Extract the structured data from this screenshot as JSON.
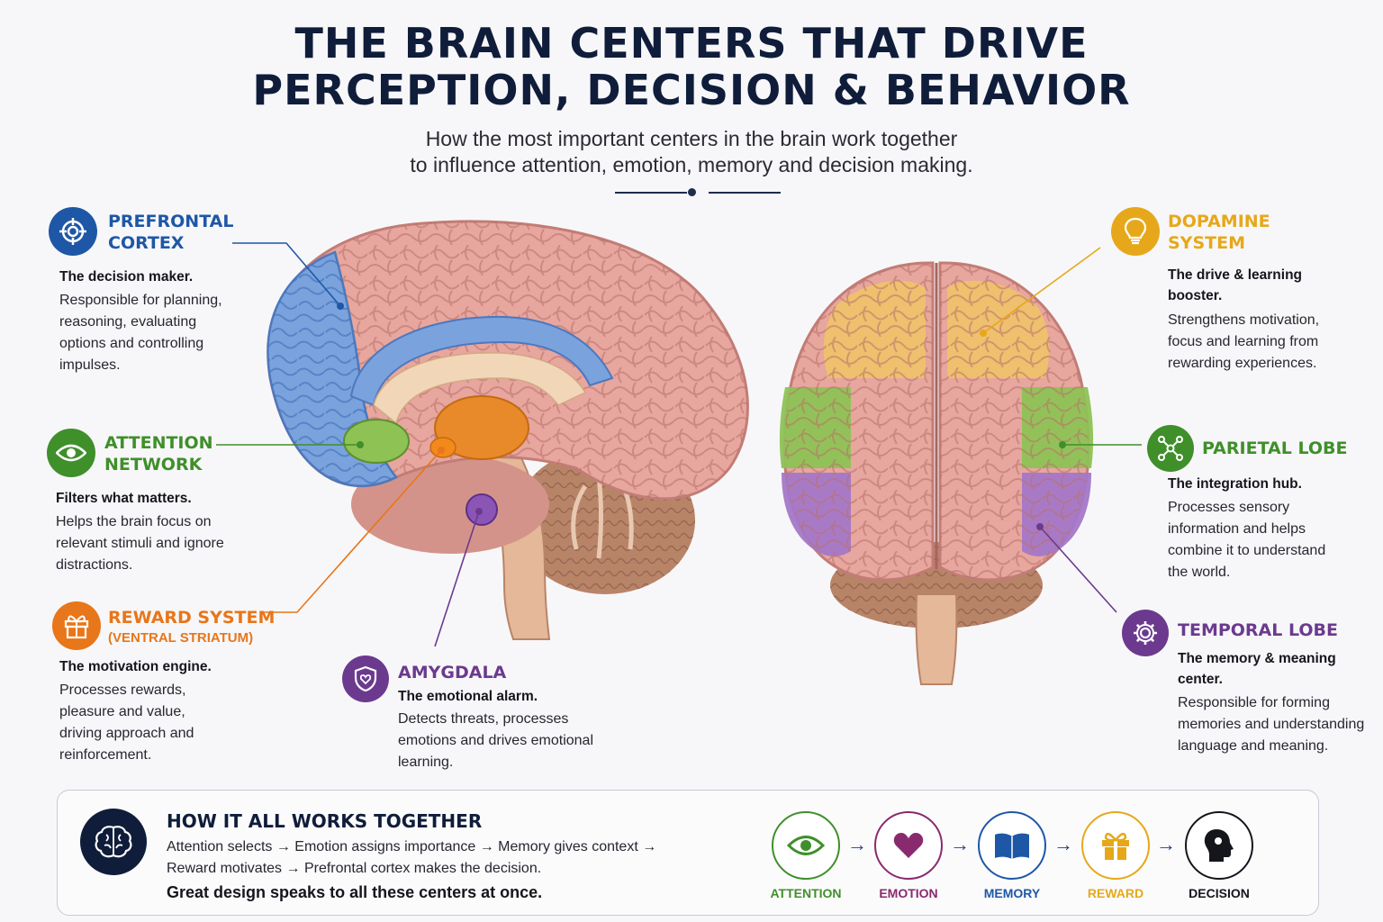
{
  "header": {
    "title_line1": "THE BRAIN CENTERS THAT DRIVE",
    "title_line2": "PERCEPTION, DECISION & BEHAVIOR",
    "subtitle_line1": "How the most important centers in the brain work together",
    "subtitle_line2": "to influence attention, emotion, memory and decision making."
  },
  "colors": {
    "prefrontal": "#1e57a6",
    "attention": "#3f8f2a",
    "reward": "#e8761a",
    "amygdala": "#6b3a8e",
    "dopamine": "#e6a81a",
    "parietal": "#3f8f2a",
    "temporal": "#6b3a8e",
    "navy": "#0f1d3a"
  },
  "regions": {
    "prefrontal": {
      "icon": "target-icon",
      "title_line1": "PREFRONTAL",
      "title_line2": "CORTEX",
      "tagline": "The decision maker.",
      "lines": [
        "Responsible for planning,",
        "reasoning, evaluating",
        "options and controlling",
        "impulses."
      ]
    },
    "attention": {
      "icon": "eye-icon",
      "title_line1": "ATTENTION",
      "title_line2": "NETWORK",
      "tagline": "Filters what matters.",
      "lines": [
        "Helps the brain focus on",
        "relevant stimuli and ignore",
        "distractions."
      ]
    },
    "reward": {
      "icon": "gift-icon",
      "title": "REWARD SYSTEM",
      "subtitle": "(VENTRAL STRIATUM)",
      "tagline": "The motivation engine.",
      "lines": [
        "Processes rewards,",
        "pleasure and value,",
        "driving approach and",
        "reinforcement."
      ]
    },
    "amygdala": {
      "icon": "shield-heart-icon",
      "title": "AMYGDALA",
      "tagline": "The emotional alarm.",
      "lines": [
        "Detects threats, processes",
        "emotions and drives emotional",
        "learning."
      ]
    },
    "dopamine": {
      "icon": "lightbulb-icon",
      "title_line1": "DOPAMINE",
      "title_line2": "SYSTEM",
      "tagline_line1": "The drive & learning",
      "tagline_line2": "booster.",
      "lines": [
        "Strengthens motivation,",
        "focus and learning from",
        "rewarding experiences."
      ]
    },
    "parietal": {
      "icon": "network-icon",
      "title": "PARIETAL LOBE",
      "tagline": "The integration hub.",
      "lines": [
        "Processes sensory",
        "information and helps",
        "combine it to understand",
        "the world."
      ]
    },
    "temporal": {
      "icon": "gear-icon",
      "title": "TEMPORAL LOBE",
      "tagline_line1": "The memory & meaning",
      "tagline_line2": "center.",
      "lines": [
        "Responsible for forming",
        "memories and understanding",
        "language and meaning."
      ]
    }
  },
  "summary": {
    "icon": "brain-icon",
    "title": "HOW IT ALL WORKS TOGETHER",
    "text_line1": "Attention selects → Emotion assigns importance → Memory gives context →",
    "text_line2": "Reward motivates → Prefrontal cortex makes the decision.",
    "bold_line": "Great design speaks to all these centers at once.",
    "flow": [
      {
        "label": "ATTENTION",
        "icon": "eye-icon",
        "color": "#3f8f2a"
      },
      {
        "label": "EMOTION",
        "icon": "heart-icon",
        "color": "#8a2a6e"
      },
      {
        "label": "MEMORY",
        "icon": "book-icon",
        "color": "#1e57a6"
      },
      {
        "label": "REWARD",
        "icon": "gift-icon",
        "color": "#e6a81a"
      },
      {
        "label": "DECISION",
        "icon": "head-icon",
        "color": "#15151c"
      }
    ]
  }
}
